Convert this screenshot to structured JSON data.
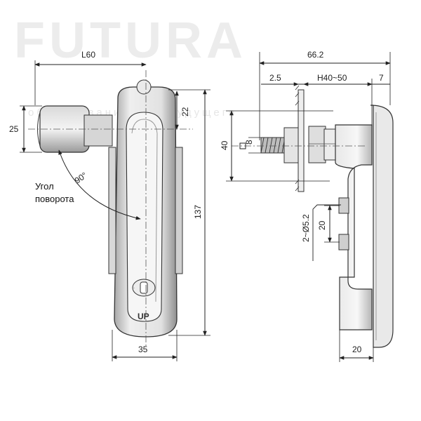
{
  "watermark": {
    "brand": "FUTURA",
    "slogan": "оборудование для будущего"
  },
  "front_view": {
    "dim_lever_length": "L60",
    "dim_lever_height": "25",
    "dim_top_offset": "22",
    "dim_total_height": "137",
    "dim_width": "35",
    "rotation_angle": "90°",
    "rotation_caption_line1": "Угол",
    "rotation_caption_line2": "поворота",
    "logo_text": "UP"
  },
  "side_view": {
    "dim_total_depth": "66.2",
    "dim_gap": "2.5",
    "dim_stud_length": "H40~50",
    "dim_flange": "7",
    "dim_stud_height": "40",
    "dim_square": "8",
    "dim_holes": "2~Ø5.2",
    "dim_hole_spacing": "20",
    "dim_base": "20"
  },
  "colors": {
    "line": "#333333",
    "metal_light": "#f2f2f2",
    "metal_mid": "#cfcfcf",
    "metal_dark": "#8a8a8a"
  }
}
